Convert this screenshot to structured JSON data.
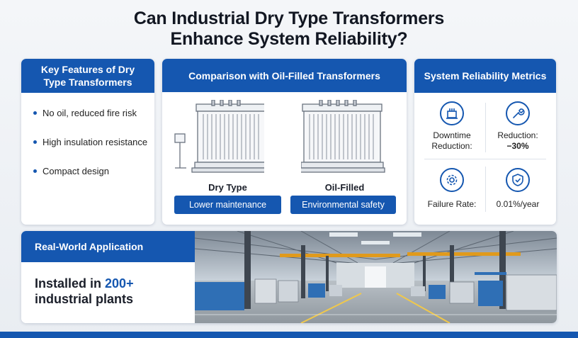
{
  "title": {
    "line1": "Can Industrial Dry Type Transformers",
    "line2": "Enhance System Reliability?"
  },
  "features": {
    "heading_line1": "Key Features of Dry",
    "heading_line2": "Type Transformers",
    "items": [
      "No oil, reduced fire risk",
      "High insulation resistance",
      "Compact design"
    ]
  },
  "comparison": {
    "heading": "Comparison with Oil-Filled Transformers",
    "dry": {
      "label": "Dry Type",
      "button": "Lower maintenance"
    },
    "oil": {
      "label": "Oil-Filled",
      "button": "Environmental safety"
    }
  },
  "metrics": {
    "heading": "System Reliability Metrics",
    "items": [
      {
        "icon": "transformer-icon",
        "line1": "Downtime",
        "line2": "Reduction:"
      },
      {
        "icon": "wrench-icon",
        "line1": "Reduction:",
        "line2": "−30%"
      },
      {
        "icon": "gear-icon",
        "line1": "Failure Rate:"
      },
      {
        "icon": "shield-check-icon",
        "line1": "0.01%/year"
      }
    ]
  },
  "application": {
    "heading": "Real-World Application",
    "text_prefix": "Installed in ",
    "text_highlight": "200+",
    "text_line2": "industrial plants"
  },
  "colors": {
    "brand_blue": "#1557b0",
    "background": "#eef1f5",
    "title_text": "#121722"
  }
}
